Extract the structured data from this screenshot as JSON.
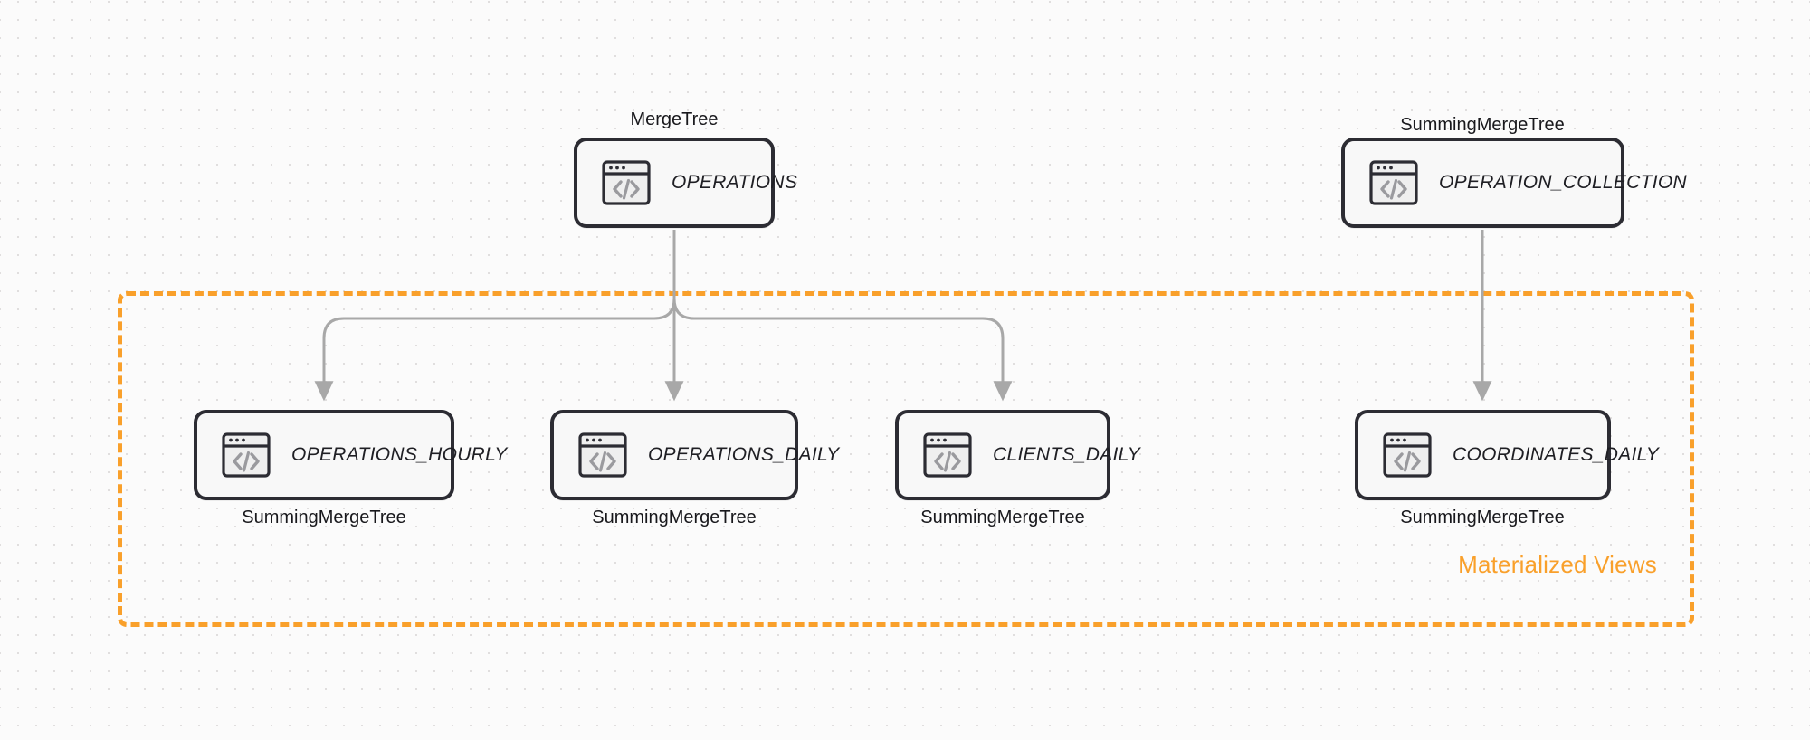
{
  "diagram": {
    "background_color": "#fbfbfb",
    "accent_color": "#f9a02b",
    "node_border_color": "#2c2c33",
    "node_fill_color": "#f8f8f8",
    "edge_color": "#a8a8a8",
    "group": {
      "label": "Materialized Views",
      "style": "dashed",
      "color": "#f9a02b"
    },
    "nodes": [
      {
        "id": "operations",
        "title": "OPERATIONS",
        "engine": "MergeTree",
        "engine_position": "above",
        "icon": "code-window-icon"
      },
      {
        "id": "operation_collection",
        "title": "OPERATION_COLLECTION",
        "engine": "SummingMergeTree",
        "engine_position": "above",
        "icon": "code-window-icon"
      },
      {
        "id": "operations_hourly",
        "title": "OPERATIONS_HOURLY",
        "engine": "SummingMergeTree",
        "engine_position": "below",
        "icon": "code-window-icon"
      },
      {
        "id": "operations_daily",
        "title": "OPERATIONS_DAILY",
        "engine": "SummingMergeTree",
        "engine_position": "below",
        "icon": "code-window-icon"
      },
      {
        "id": "clients_daily",
        "title": "CLIENTS_DAILY",
        "engine": "SummingMergeTree",
        "engine_position": "below",
        "icon": "code-window-icon"
      },
      {
        "id": "coordinates_daily",
        "title": "COORDINATES_DAILY",
        "engine": "SummingMergeTree",
        "engine_position": "below",
        "icon": "code-window-icon"
      }
    ],
    "edges": [
      {
        "from": "operations",
        "to": "operations_hourly"
      },
      {
        "from": "operations",
        "to": "operations_daily"
      },
      {
        "from": "operations",
        "to": "clients_daily"
      },
      {
        "from": "operation_collection",
        "to": "coordinates_daily"
      }
    ]
  }
}
